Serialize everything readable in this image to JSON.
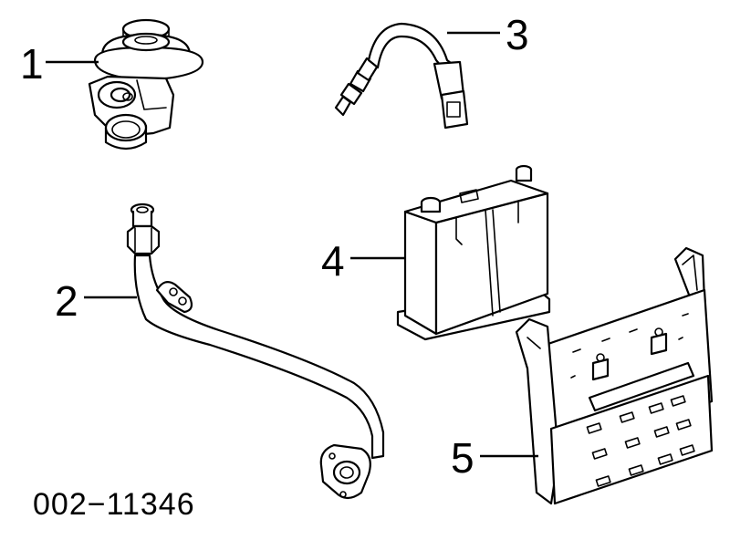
{
  "callouts": [
    {
      "id": "1",
      "label": "1"
    },
    {
      "id": "2",
      "label": "2"
    },
    {
      "id": "3",
      "label": "3"
    },
    {
      "id": "4",
      "label": "4"
    },
    {
      "id": "5",
      "label": "5"
    }
  ],
  "diagram_code": "002−11346"
}
